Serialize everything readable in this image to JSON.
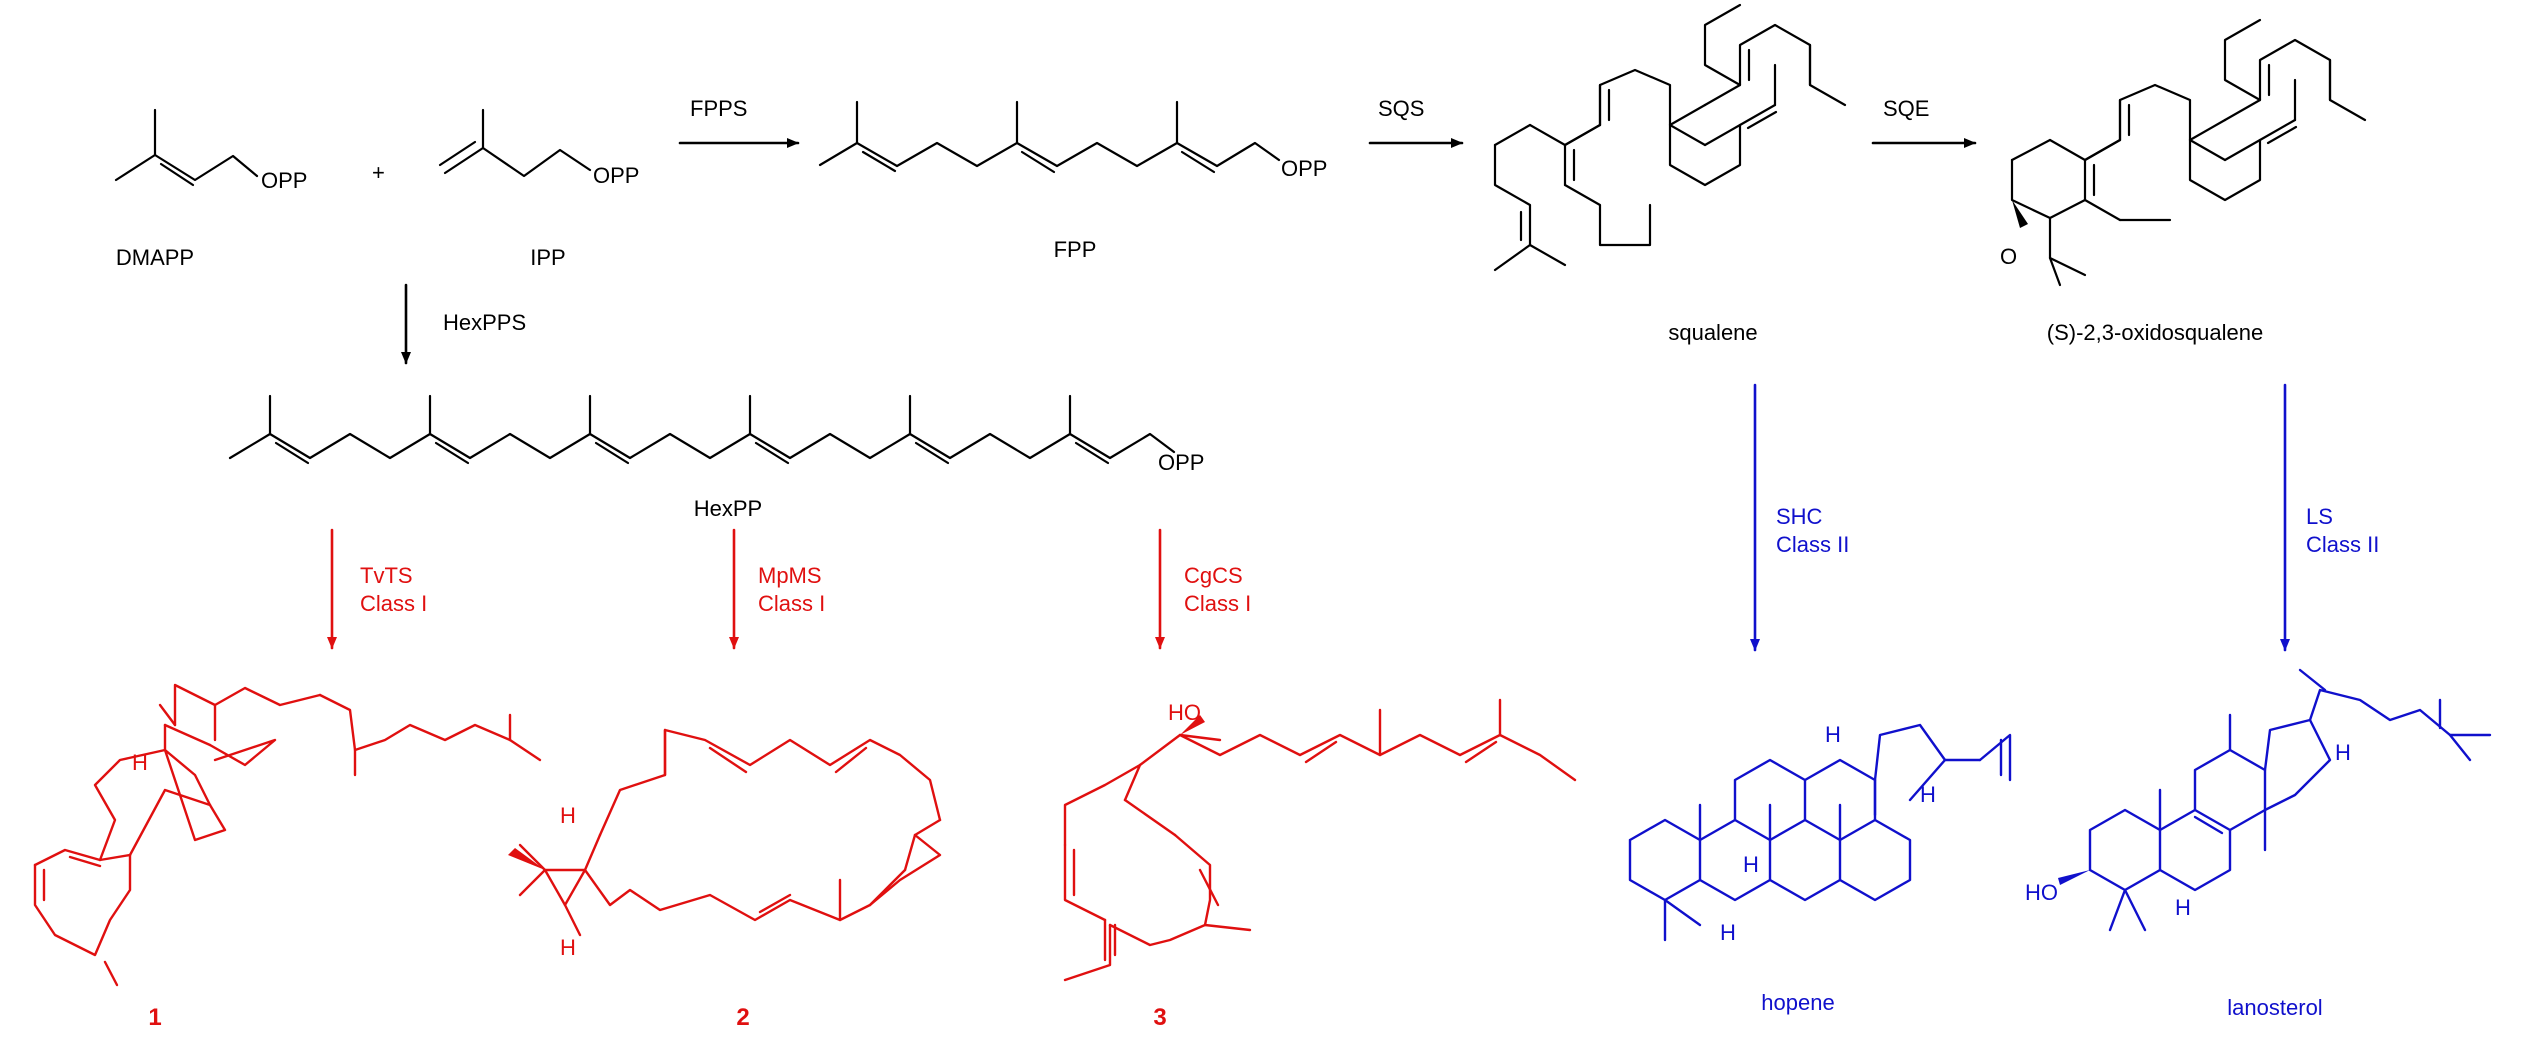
{
  "colors": {
    "black": "#000000",
    "red": "#e01010",
    "blue": "#1010cc"
  },
  "compounds": {
    "dmapp": {
      "label": "DMAPP",
      "group": "OPP"
    },
    "ipp": {
      "label": "IPP",
      "group": "OPP"
    },
    "plus": "+",
    "fpp": {
      "label": "FPP",
      "group": "OPP"
    },
    "hexpp": {
      "label": "HexPP",
      "group": "OPP"
    },
    "squalene": {
      "label": "squalene"
    },
    "oxidosqualene": {
      "label": "(S)-2,3-oxidosqualene",
      "atom": "O"
    },
    "product1": {
      "label": "1",
      "atom": "H"
    },
    "product2": {
      "label": "2",
      "atom": "H"
    },
    "product3": {
      "label": "3",
      "atom": "HO"
    },
    "hopene": {
      "label": "hopene",
      "atom": "H"
    },
    "lanosterol": {
      "label": "lanosterol",
      "atom_h": "H",
      "atom_oh": "HO"
    }
  },
  "enzymes": {
    "fpps": "FPPS",
    "sqs": "SQS",
    "sqe": "SQE",
    "hexpps": "HexPPS",
    "tvts": {
      "name": "TvTS",
      "cls": "Class I"
    },
    "mpms": {
      "name": "MpMS",
      "cls": "Class I"
    },
    "cgcs": {
      "name": "CgCS",
      "cls": "Class I"
    },
    "shc": {
      "name": "SHC",
      "cls": "Class II"
    },
    "ls": {
      "name": "LS",
      "cls": "Class II"
    }
  }
}
